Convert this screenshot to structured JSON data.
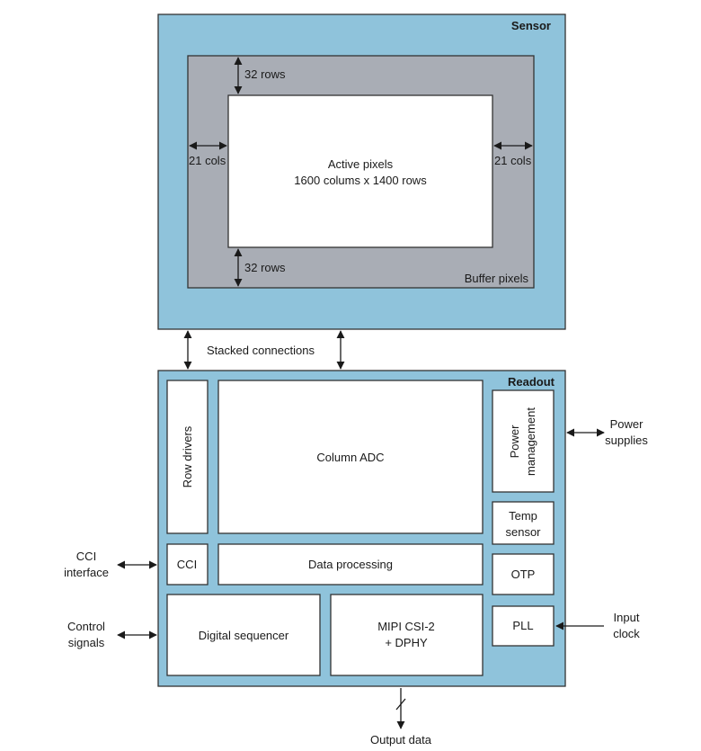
{
  "colors": {
    "sensor_fill": "#8fc3db",
    "buffer_fill": "#a9adb5",
    "block_fill": "#ffffff",
    "stroke": "#333333"
  },
  "sensor": {
    "title": "Sensor",
    "buffer_label": "Buffer pixels",
    "active_title": "Active pixels",
    "active_size": "1600 colums x 1400 rows",
    "top_margin": "32 rows",
    "bottom_margin": "32 rows",
    "left_margin": "21 cols",
    "right_margin": "21 cols"
  },
  "stacked_connections": "Stacked connections",
  "readout": {
    "title": "Readout",
    "row_drivers": "Row drivers",
    "column_adc": "Column ADC",
    "power_line1": "Power",
    "power_line2": "management",
    "temp_line1": "Temp",
    "temp_line2": "sensor",
    "cci": "CCI",
    "data_processing": "Data processing",
    "otp": "OTP",
    "pll": "PLL",
    "digital_sequencer": "Digital sequencer",
    "mipi_line1": "MIPI CSI-2",
    "mipi_line2": "+ DPHY"
  },
  "io": {
    "power_line1": "Power",
    "power_line2": "supplies",
    "cci_line1": "CCI",
    "cci_line2": "interface",
    "control_line1": "Control",
    "control_line2": "signals",
    "clock_line1": "Input",
    "clock_line2": "clock",
    "output": "Output data"
  }
}
